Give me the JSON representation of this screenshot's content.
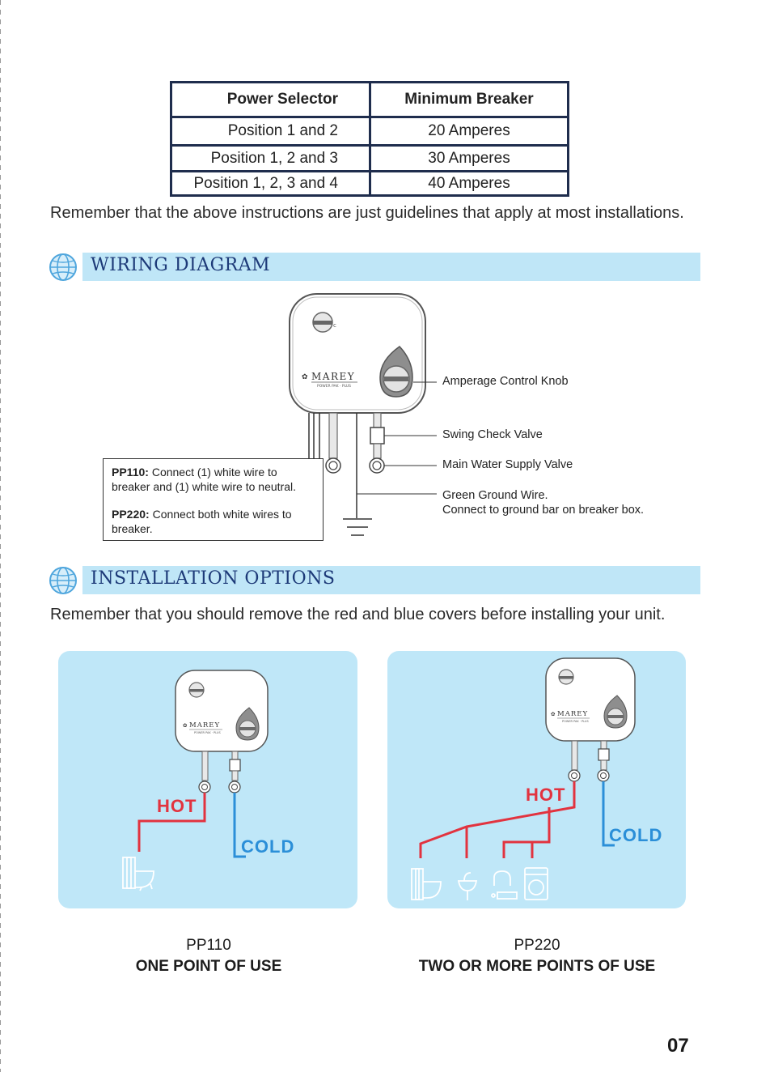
{
  "table": {
    "header": [
      "Power Selector",
      "Minimum Breaker"
    ],
    "rows": [
      [
        "Position 1 and 2",
        "20 Amperes"
      ],
      [
        "Position 1, 2 and 3",
        "30 Amperes"
      ],
      [
        "Position 1, 2, 3 and 4",
        "40 Amperes"
      ]
    ]
  },
  "notes": {
    "guidelines": "Remember that the above instructions are just guidelines that apply at most installations.",
    "covers": "Remember that you should remove the red and blue covers before installing your unit."
  },
  "sections": {
    "wiring": "WIRING DIAGRAM",
    "installation": "INSTALLATION OPTIONS"
  },
  "heater": {
    "brand": "MAREY",
    "model": "POWER PAK · PLUS"
  },
  "wiring": {
    "callouts": {
      "knob": "Amperage Control Knob",
      "valve": "Swing Check Valve",
      "supply": "Main Water Supply Valve",
      "ground_1": "Green Ground Wire.",
      "ground_2": "Connect to ground bar on breaker box."
    },
    "note": {
      "pp110_label": "PP110:",
      "pp110_text_1": " Connect (1) white wire to",
      "pp110_text_2": "breaker and (1) white wire to neutral.",
      "pp220_label": "PP220:",
      "pp220_text_1": " Connect both white wires to",
      "pp220_text_2": "breaker."
    }
  },
  "installation": {
    "hot_label": "HOT",
    "cold_label": "COLD",
    "left": {
      "model": "PP110",
      "caption": "ONE POINT OF USE"
    },
    "right": {
      "model": "PP220",
      "caption": "TWO OR MORE POINTS OF USE"
    }
  },
  "colors": {
    "hot": "#e2333f",
    "cold": "#2b8fd8",
    "panel": "#bfe7f8",
    "section_bar": "#bfe6f7",
    "section_text": "#1d3a78"
  },
  "page_number": "07"
}
